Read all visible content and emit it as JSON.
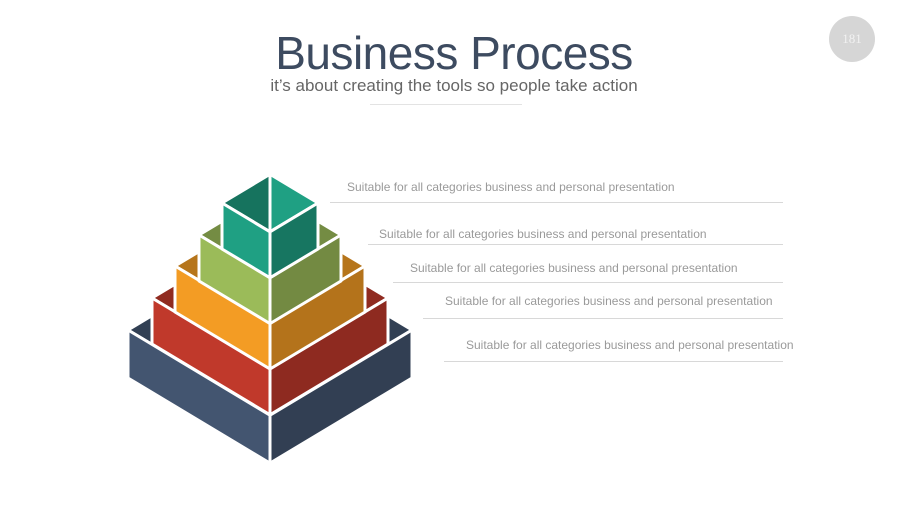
{
  "header": {
    "title": "Business Process",
    "subtitle": "it’s about creating the tools so people take action",
    "page_number": "181"
  },
  "steps": [
    {
      "text": "Suitable for all categories business and personal presentation",
      "color": "#1fa083"
    },
    {
      "text": "Suitable for all categories business and personal presentation",
      "color": "#9bbb59"
    },
    {
      "text": "Suitable for all categories business and personal presentation",
      "color": "#f39c24"
    },
    {
      "text": "Suitable for all categories business and personal presentation",
      "color": "#c0392b"
    },
    {
      "text": "Suitable for all categories business and personal presentation",
      "color": "#435570"
    }
  ]
}
